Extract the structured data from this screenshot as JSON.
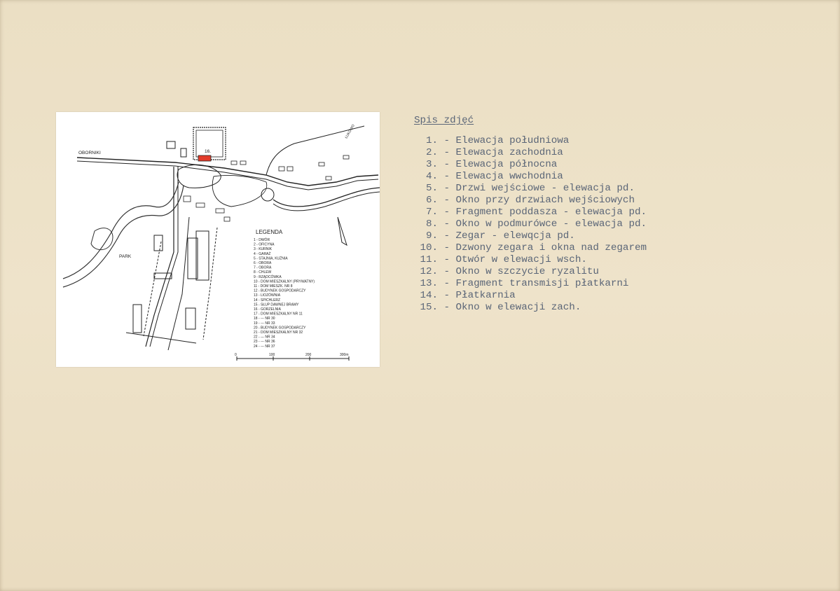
{
  "map": {
    "label_oborniki": "OBORNIKI",
    "label_road_ne": "ŁUKOWO",
    "label_park": "PARK",
    "building_16": "16.",
    "legend_title": "LEGENDA",
    "legend": [
      "1 - DWÓR",
      "2 - OFICYNA",
      "3 - KURNIK",
      "4 - GARAŻ",
      "5 - STAJNIA, KUŹNIA",
      "6 - OBORA",
      "7 - OBORA",
      "8 - CHLEW",
      "9 - RZĄDCÓWKA",
      "10 - DOM MIESZKALNY (PRYWATNY)",
      "11 - DOM MIESZK. NR 8",
      "12 - BUDYNEK GOSPODARCZY",
      "13 - LIOZÓWNIA",
      "14 - SPICHLERZ",
      "15 - SŁUP DAWNEJ BRAMY",
      "16 - GORZELNIA",
      "17 - DOM MIESZKALNY NR 11",
      "18 - --- NR 30",
      "19 - --- NR 33",
      "20 - BUDYNEK GOSPODARCZY",
      "21 - DOM MIESZKALNY NR 32",
      "22 - --- NR 34",
      "23 - --- NR 36",
      "24 - --- NR 37"
    ],
    "scale_labels": [
      "0",
      "100",
      "200",
      "300m"
    ]
  },
  "photo_list": {
    "title": "Spis zdjęć",
    "items": [
      {
        "num": "1.",
        "text": "Elewacja południowa"
      },
      {
        "num": "2.",
        "text": "Elewacja zachodnia"
      },
      {
        "num": "3.",
        "text": "Elewacja północna"
      },
      {
        "num": "4.",
        "text": "Elewacja wwchodnia"
      },
      {
        "num": "5.",
        "text": "Drzwi wejściowe - elewacja pd."
      },
      {
        "num": "6.",
        "text": "Okno przy drzwiach wejściowych"
      },
      {
        "num": "7.",
        "text": "Fragment poddasza - elewacja pd."
      },
      {
        "num": "8.",
        "text": "Okno w podmurówce - elewacja pd."
      },
      {
        "num": "9.",
        "text": "Zegar - elewqcja pd."
      },
      {
        "num": "10.",
        "text": "Dzwony zegara i okna nad zegarem"
      },
      {
        "num": "11.",
        "text": "Otwór w elewacji wsch."
      },
      {
        "num": "12.",
        "text": "Okno w szczycie ryzalitu"
      },
      {
        "num": "13.",
        "text": "Fragment transmisji płatkarni"
      },
      {
        "num": "14.",
        "text": "Płatkarnia"
      },
      {
        "num": "15.",
        "text": "Okno w elewacji zach."
      }
    ]
  },
  "colors": {
    "paper": "#ece0c6",
    "typewriter_ink": "#5a6577",
    "highlight_building": "#e23b2a"
  }
}
